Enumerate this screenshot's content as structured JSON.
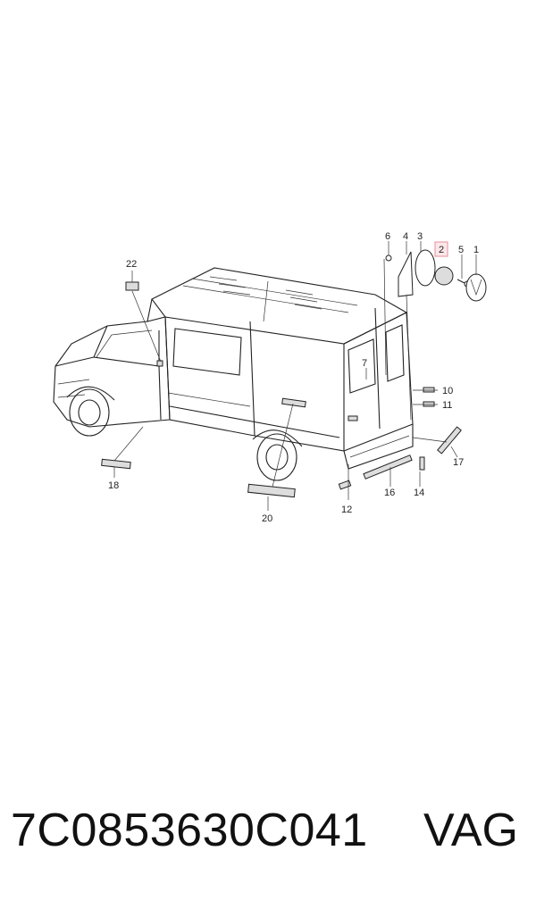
{
  "diagram": {
    "callouts": [
      {
        "id": "c1",
        "label": "1"
      },
      {
        "id": "c2",
        "label": "2"
      },
      {
        "id": "c3",
        "label": "3"
      },
      {
        "id": "c4",
        "label": "4"
      },
      {
        "id": "c5",
        "label": "5"
      },
      {
        "id": "c6",
        "label": "6"
      },
      {
        "id": "c7",
        "label": "7"
      },
      {
        "id": "c10",
        "label": "10"
      },
      {
        "id": "c11",
        "label": "11"
      },
      {
        "id": "c12",
        "label": "12"
      },
      {
        "id": "c14",
        "label": "14"
      },
      {
        "id": "c16",
        "label": "16"
      },
      {
        "id": "c17",
        "label": "17"
      },
      {
        "id": "c18",
        "label": "18"
      },
      {
        "id": "c20",
        "label": "20"
      },
      {
        "id": "c22",
        "label": "22"
      }
    ],
    "highlight_color": "#e8a0a8"
  },
  "footer": {
    "part_number": "7C0853630C041",
    "brand": "VAG"
  }
}
